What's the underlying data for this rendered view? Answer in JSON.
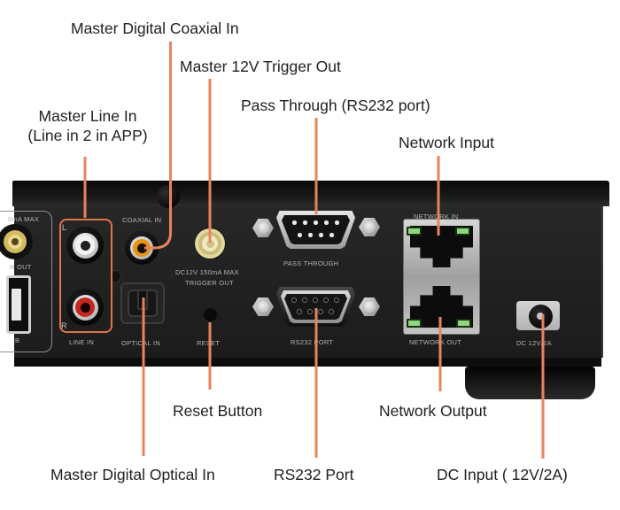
{
  "callouts": {
    "coaxial": "Master Digital Coaxial In",
    "trigger": "Master 12V Trigger Out",
    "pass_through": "Pass Through (RS232 port)",
    "line_in_1": "Master Line In",
    "line_in_2": "(Line in 2 in APP)",
    "network_in": "Network Input",
    "reset": "Reset Button",
    "network_out": "Network Output",
    "optical": "Master Digital Optical In",
    "rs232": "RS232 Port",
    "dc": "DC Input ( 12V/2A)"
  },
  "panel": {
    "left_section_max": "0mA MAX",
    "left_section_out": "R OUT",
    "left_section_usb": "B",
    "line_in_l": "L",
    "line_in_r": "R",
    "line_in": "LINE IN",
    "coaxial": "COAXIAL IN",
    "trigger_1": "DC12V 150mA MAX",
    "trigger_2": "TRIGGER OUT",
    "optical": "OPTICAL IN",
    "reset": "RESET",
    "pass_through": "PASS THROUGH",
    "rs232": "RS232 PORT",
    "network_in": "NETWORK IN",
    "network_out": "NETWORK OUT",
    "dc": "DC 12V/2A"
  },
  "colors": {
    "leader_line": "#E8845C",
    "highlight_box": "#DF7549",
    "panel_face": "#222222",
    "panel_text": "#B5B5B5",
    "callout_text": "#212121",
    "led_green": "#90D67F",
    "coax_ring_orange": "#E8930F",
    "rca_red": "#C4271D",
    "trigger_gold": "#E2D79F",
    "dc_plate_grey": "#C9C9C9"
  }
}
